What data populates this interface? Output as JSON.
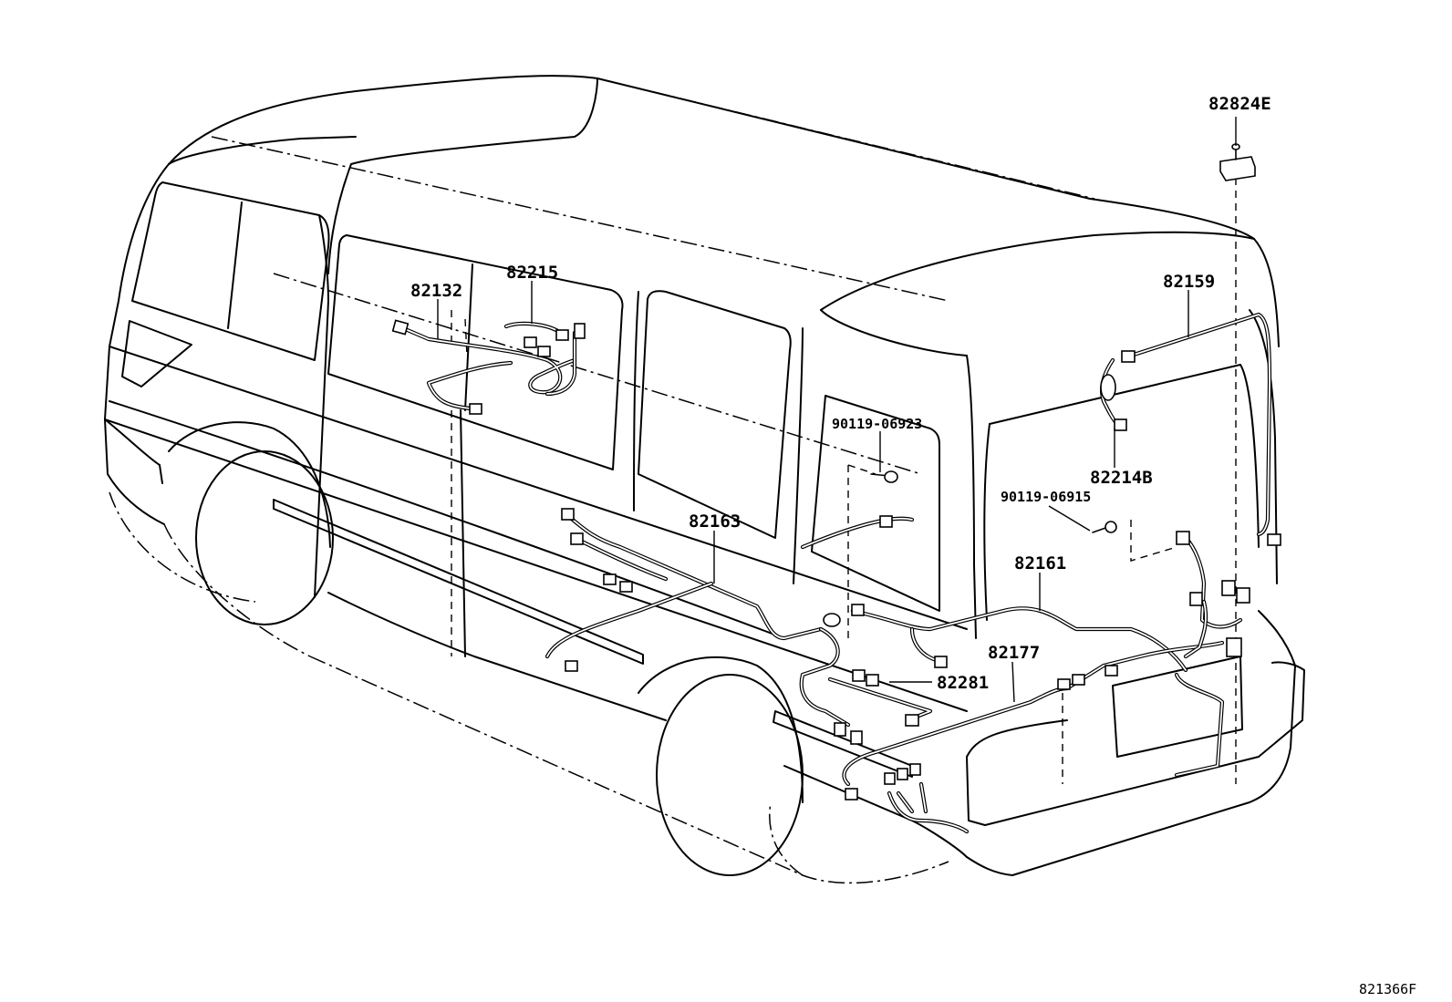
{
  "parts": {
    "p82824E": "82824E",
    "p82159": "82159",
    "p82215": "82215",
    "p82132": "82132",
    "p90119_06923": "90119-06923",
    "p82214B": "82214B",
    "p90119_06915": "90119-06915",
    "p82163": "82163",
    "p82161": "82161",
    "p82177": "82177",
    "p82281": "82281"
  },
  "figure_ref": "821366F"
}
